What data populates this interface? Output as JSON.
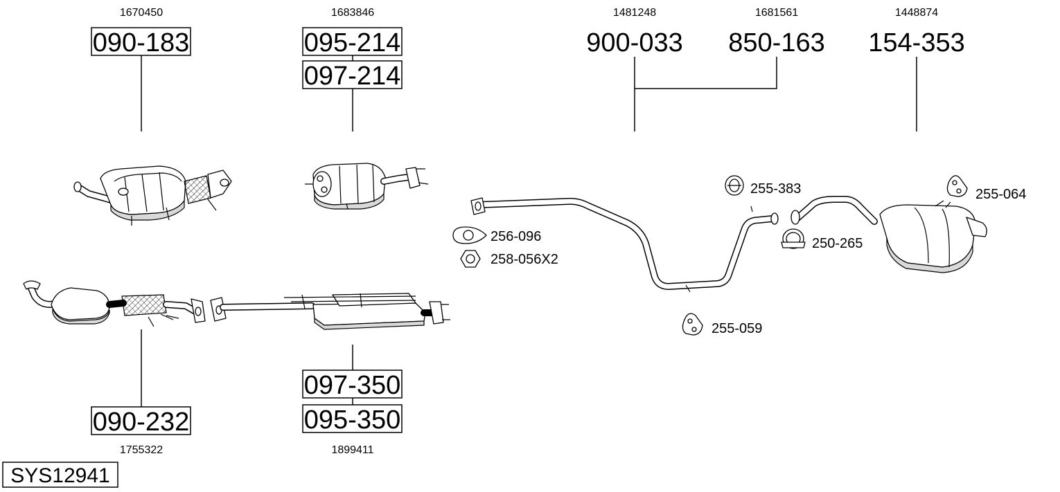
{
  "system_id": "SYS12941",
  "parts": {
    "p090183": {
      "code": "090-183",
      "ref": "1670450"
    },
    "p095214": {
      "code": "095-214",
      "ref": "1683846"
    },
    "p097214": {
      "code": "097-214"
    },
    "p900033": {
      "code": "900-033",
      "ref": "1481248"
    },
    "p850163": {
      "code": "850-163",
      "ref": "1681561"
    },
    "p154353": {
      "code": "154-353",
      "ref": "1448874"
    },
    "p090232": {
      "code": "090-232",
      "ref": "1755322"
    },
    "p097350": {
      "code": "097-350"
    },
    "p095350": {
      "code": "095-350",
      "ref": "1899411"
    }
  },
  "accessories": {
    "a256096": "256-096",
    "a258056": "258-056X2",
    "a255383": "255-383",
    "a250265": "250-265",
    "a255064": "255-064",
    "a255059": "255-059"
  }
}
